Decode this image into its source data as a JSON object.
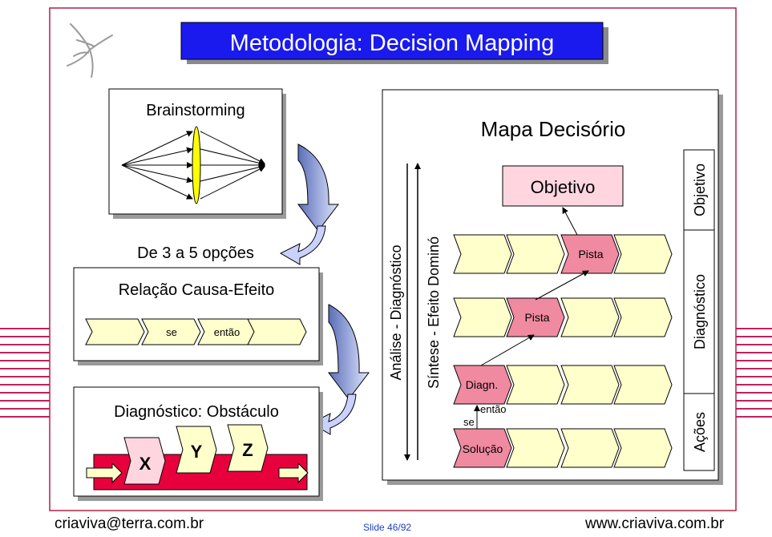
{
  "slide": {
    "title": "Metodologia: Decision Mapping",
    "brainstorming": {
      "title": "Brainstorming"
    },
    "options_label": "De 3 a 5 opções",
    "cause_effect": {
      "title": "Relação Causa-Efeito",
      "chevrons": [
        "",
        "se",
        "então",
        ""
      ]
    },
    "obstacle": {
      "title": "Diagnóstico: Obstáculo",
      "letters": [
        "X",
        "Y",
        "Z"
      ]
    },
    "decision_map": {
      "title": "Mapa Decisório",
      "objective_box": "Objetivo",
      "axis_left": "Análise - Diagnóstico",
      "axis_right": "Síntese - Efeito Dominó",
      "side_labels": [
        "Objetivo",
        "Diagnóstico",
        "Ações"
      ],
      "row1": [
        "",
        "",
        "Pista",
        ""
      ],
      "row2": [
        "",
        "Pista",
        "",
        ""
      ],
      "row3": [
        "Diagn.",
        "",
        "",
        ""
      ],
      "row4": [
        "Solução",
        "",
        "",
        ""
      ],
      "connector_se": "se",
      "connector_entao": "então"
    },
    "colors": {
      "title_blue": "#1a1aee",
      "frame_red": "#b0204a",
      "chevron_fill": "#ffffcc",
      "chevron_pink": "#f08aa0",
      "objective_fill": "#ffd6e0",
      "obstacle_red": "#e8003c",
      "lens_yellow": "#ffff00"
    }
  },
  "footer": {
    "email": "criaviva@terra.com.br",
    "slide_number": "Slide 46/92",
    "website": "www.criaviva.com.br"
  }
}
